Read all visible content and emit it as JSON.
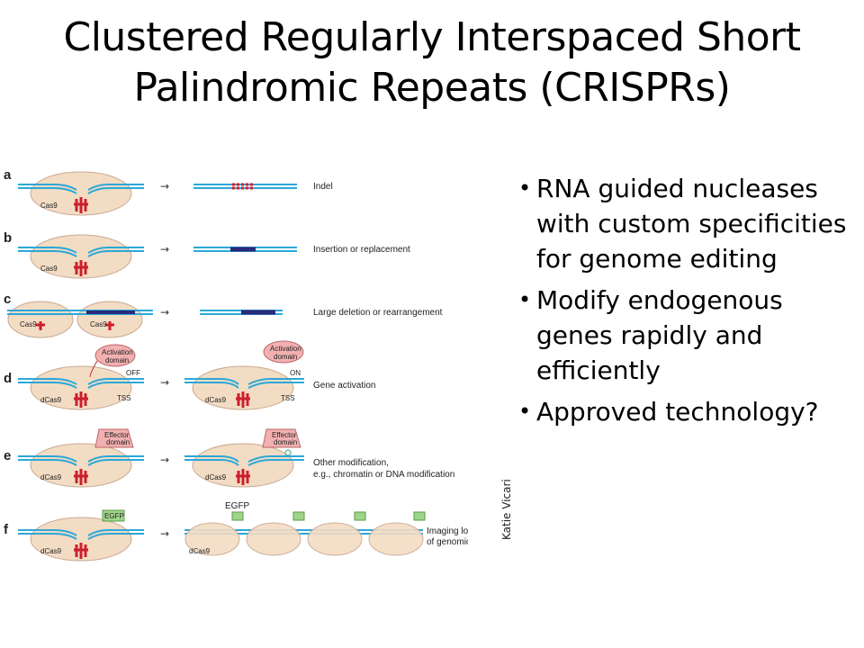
{
  "title": {
    "line1": "Clustered Regularly Interspaced Short",
    "line2": "Palindromic Repeats (CRISPRs)"
  },
  "bullets": [
    "RNA guided nucleases with custom specificities for genome editing",
    "Modify endogenous genes rapidly and efficiently",
    "Approved technology?"
  ],
  "credit": "Katie Vicari",
  "figure": {
    "rows": [
      {
        "letter": "a",
        "protein": "Cas9",
        "outcome": "Indel"
      },
      {
        "letter": "b",
        "protein": "Cas9",
        "outcome": "Insertion or replacement"
      },
      {
        "letter": "c",
        "protein": "Cas9",
        "protein2": "Cas9",
        "outcome": "Large deletion or rearrangement"
      },
      {
        "letter": "d",
        "protein": "dCas9",
        "domain": "Activation domain",
        "before_state": "OFF",
        "after_state": "ON",
        "site": "TSS",
        "outcome": "Gene activation"
      },
      {
        "letter": "e",
        "protein": "dCas9",
        "domain": "Effector domain",
        "outcome_line1": "Other modification,",
        "outcome_line2": "e.g., chromatin or DNA modification"
      },
      {
        "letter": "f",
        "protein": "dCas9",
        "tag": "EGFP",
        "outcome_line1": "Imaging location",
        "outcome_line2": "of genomic locus"
      }
    ]
  },
  "colors": {
    "dna": "#2ba8d8",
    "blob": "#f3dcc4",
    "blob_edge": "#c9a890",
    "rna": "#cc1f2d",
    "insert": "#2a2a7a",
    "domain": "#f2b0b0",
    "egfp": "#9fd58a"
  }
}
